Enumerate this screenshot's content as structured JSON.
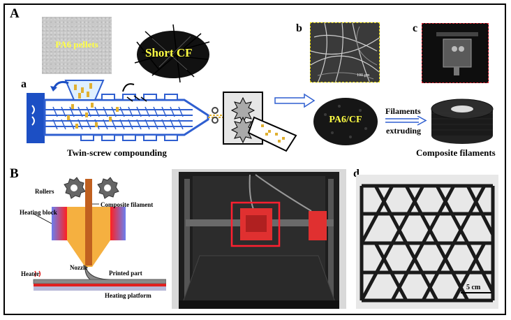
{
  "panel_labels": {
    "A": "A",
    "B": "B",
    "a": "a",
    "b": "b",
    "c": "c",
    "d": "d"
  },
  "panel_A": {
    "pa6_pellets": "PA6 pellets",
    "short_cf": "Short CF",
    "twin_screw": "Twin-screw compounding",
    "pa6_cf": "PA6/CF",
    "filaments_line1": "Filaments",
    "filaments_line2": "extruding",
    "composite_filaments": "Composite filaments",
    "sem_scale": "100 μm"
  },
  "panel_B": {
    "rollers": "Rollers",
    "composite_filament": "Composite filament",
    "heating_block": "Heating block",
    "nozzle": "Nozzle",
    "printed_part": "Printed part",
    "heater": "Heater",
    "heating_platform": "Heating platform"
  },
  "panel_d": {
    "scale": "5 cm"
  },
  "colors": {
    "barrel_blue": "#2f5fd0",
    "motor_blue": "#1c4fc4",
    "fiber_gold": "#e0b030",
    "heater_red": "#e02020",
    "nozzle_orange": "#f5b040",
    "filament_brown": "#c06020",
    "highlight_red": "#e02030",
    "pellet_yellow": "#ffff44"
  }
}
